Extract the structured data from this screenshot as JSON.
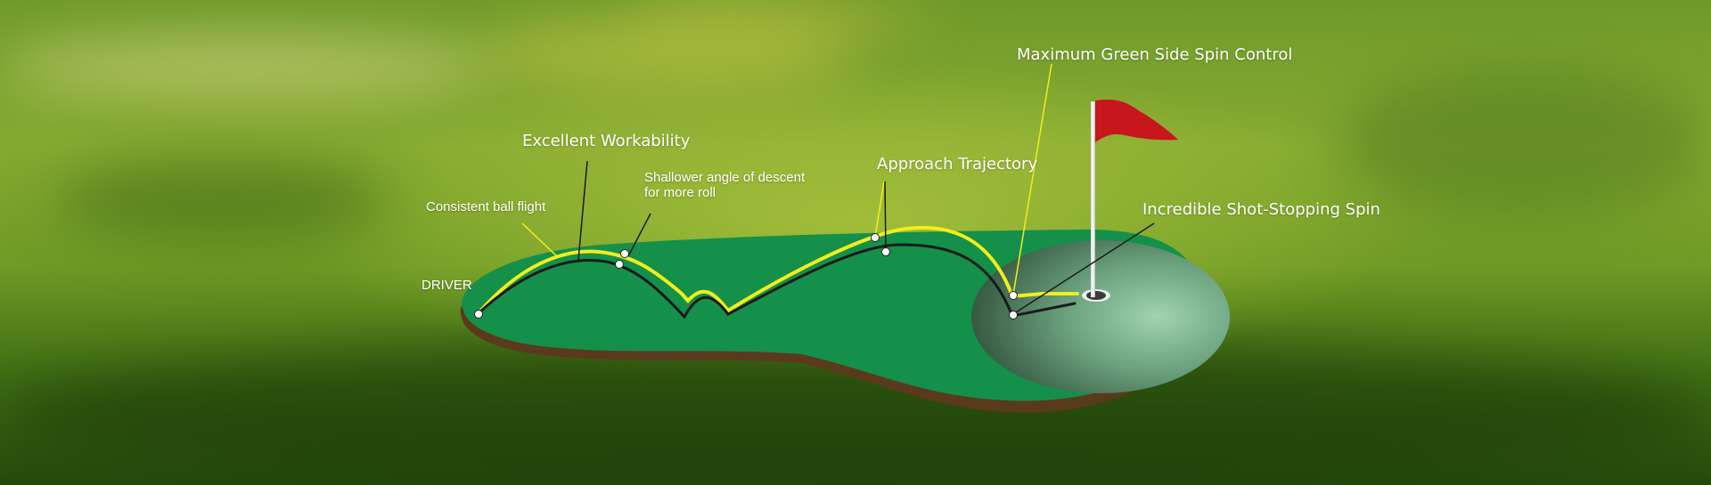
{
  "colors": {
    "fairway": "#14904a",
    "soil": "#5a3a1c",
    "green_center": "#9fd3b2",
    "green_edge": "#2f4f35",
    "trajectory_yellow": "#f2ee1c",
    "trajectory_black": "#1a1a1a",
    "flag": "#c8161d"
  },
  "labels": {
    "driver": "DRIVER",
    "consistent_ball_flight": "Consistent ball flight",
    "excellent_workability": "Excellent Workability",
    "shallower_line1": "Shallower angle of descent",
    "shallower_line2": "for more roll",
    "approach_trajectory": "Approach Trajectory",
    "max_green_side_spin": "Maximum Green Side Spin Control",
    "shot_stopping_spin": "Incredible Shot-Stopping Spin"
  },
  "icons": {
    "flag": "flag-icon",
    "hole": "hole-icon",
    "ball": "golf-ball-icon"
  }
}
